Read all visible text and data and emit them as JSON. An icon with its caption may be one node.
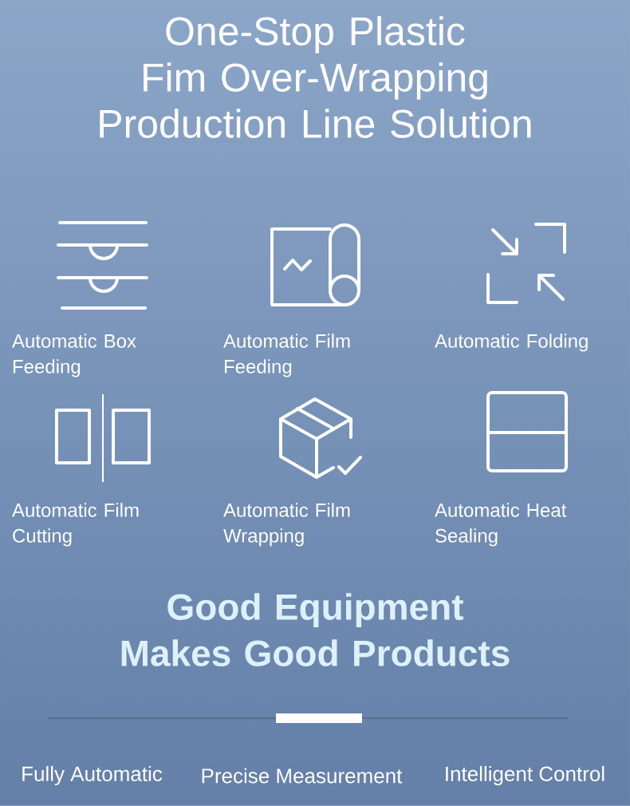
{
  "diagram": {
    "title": "One-Stop Plastic Fim Over-Wrapping Production Line Solution",
    "labels": [
      "Automatic Box Feeding",
      "Automatic Film Feeding",
      "Automatic Folding",
      "Automatic Film Cutting",
      "Automatic Film Wrapping",
      "Automatic Heat Sealing",
      "Good Equipment Makes Good Products",
      "Fully Automatic",
      "Precise Measurement",
      "Intelligent Control"
    ]
  }
}
